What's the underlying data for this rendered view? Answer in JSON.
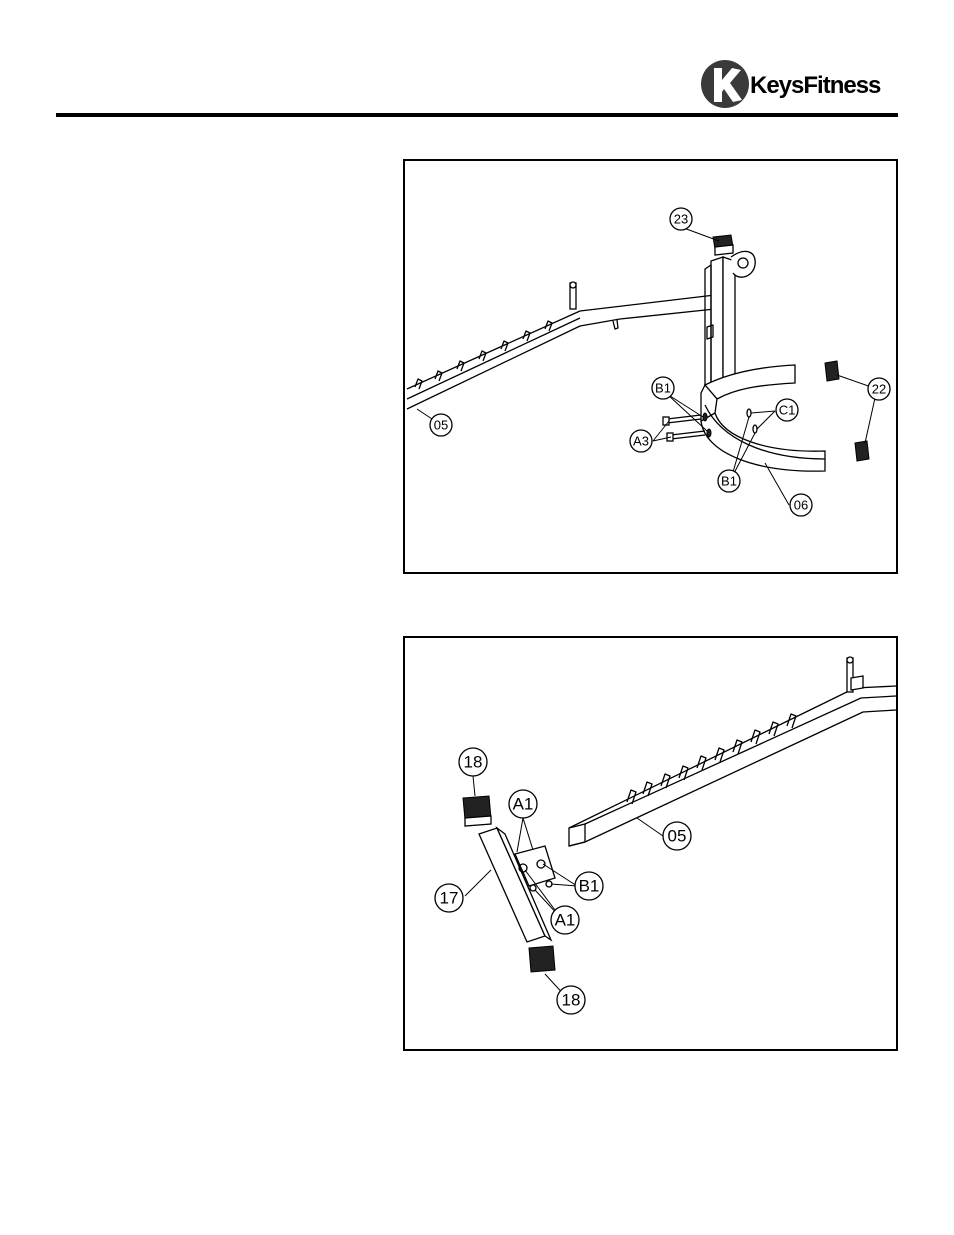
{
  "header": {
    "brand_name": "KeysFitness",
    "brand_part1": "Keys",
    "brand_part2": "Fitness",
    "logo_icon": "keys-fitness-logo-icon"
  },
  "figure1": {
    "callouts": {
      "c23": "23",
      "c05": "05",
      "cB1a": "B1",
      "cA3": "A3",
      "cC1": "C1",
      "cB1b": "B1",
      "c06": "06",
      "c22": "22"
    }
  },
  "figure2": {
    "callouts": {
      "c18a": "18",
      "cA1a": "A1",
      "c05": "05",
      "c17": "17",
      "cB1": "B1",
      "cA1b": "A1",
      "c18b": "18"
    }
  }
}
